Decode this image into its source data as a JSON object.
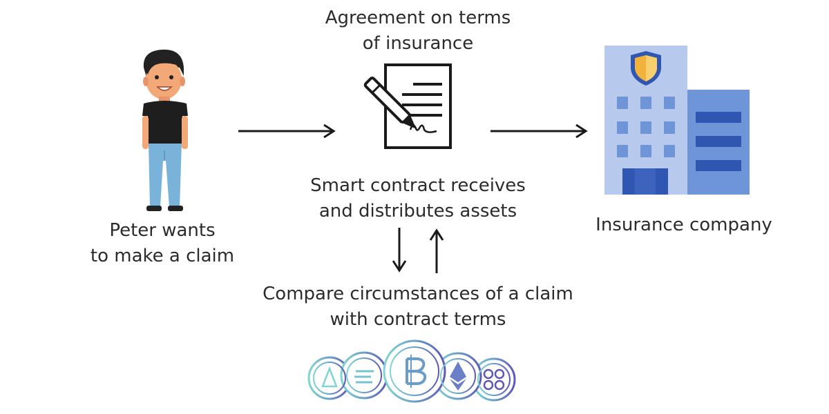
{
  "labels": {
    "agreement": [
      "Agreement on terms",
      "of insurance"
    ],
    "peter": [
      "Peter wants",
      "to make a claim"
    ],
    "smart_contract": [
      "Smart contract receives",
      "and distributes assets"
    ],
    "insurance": [
      "Insurance company"
    ],
    "compare": [
      "Compare circumstances of a claim",
      "with contract terms"
    ]
  },
  "colors": {
    "ink": "#1a1a1a",
    "building_light": "#b8c9ee",
    "building_mid": "#6f95d9",
    "building_dark": "#2f56b0",
    "shield_gold": "#f2b23b",
    "shirt": "#1e1e1e",
    "jeans": "#79b3d9",
    "skin": "#f3a877"
  },
  "icons": [
    "person-icon",
    "contract-icon",
    "building-icon",
    "crypto-coins-icon"
  ]
}
